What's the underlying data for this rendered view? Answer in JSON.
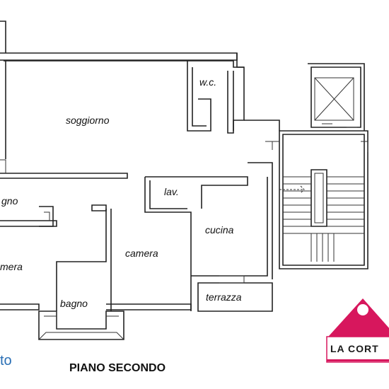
{
  "floor_title": "PIANO SECONDO",
  "rooms": {
    "soggiorno": "soggiorno",
    "wc": "w.c.",
    "lav": "lav.",
    "cucina": "cucina",
    "camera_center": "camera",
    "camera_left": "mera",
    "bagno_left": "gno",
    "bagno_bottom": "bagno",
    "terrazza": "terrazza"
  },
  "left_logo_fragment": "to",
  "brand": {
    "name": "LA CORT",
    "color": "#d7175d"
  },
  "colors": {
    "walls": "#222222",
    "left_logo": "#2a6fb5"
  }
}
